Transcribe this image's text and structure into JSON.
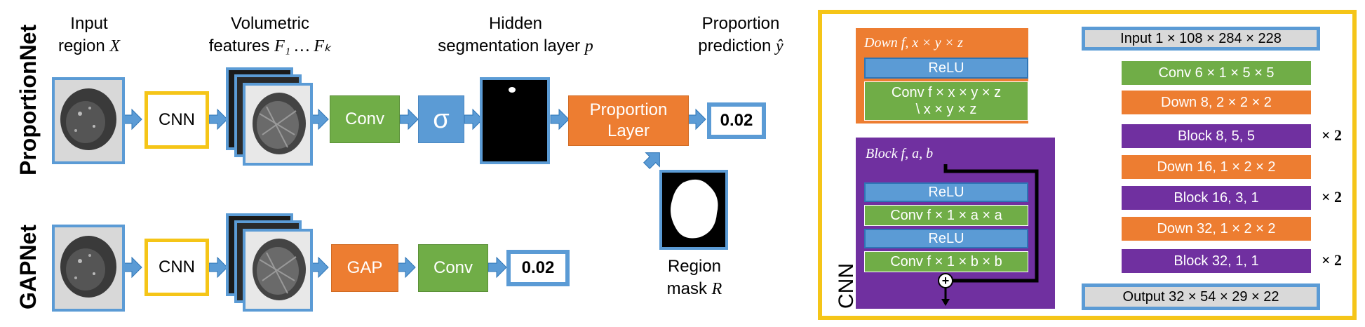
{
  "proportionnet": {
    "title": "ProportionNet",
    "col_input_l1": "Input",
    "col_input_l2": "region",
    "col_input_var": "X",
    "col_vol_l1": "Volumetric",
    "col_vol_l2": "features",
    "col_vol_var": "F₁ … Fₖ",
    "col_hidden_l1": "Hidden",
    "col_hidden_l2": "segmentation layer",
    "col_hidden_var": "p",
    "col_pred_l1": "Proportion",
    "col_pred_l2": "prediction",
    "col_pred_var": "ŷ",
    "cnn": "CNN",
    "conv": "Conv",
    "sigma": "σ",
    "prop_layer_l1": "Proportion",
    "prop_layer_l2": "Layer",
    "output": "0.02",
    "mask_l1": "Region",
    "mask_l2": "mask",
    "mask_var": "R"
  },
  "gapnet": {
    "title": "GAPNet",
    "cnn": "CNN",
    "gap": "GAP",
    "conv": "Conv",
    "output": "0.02"
  },
  "cnn_panel": {
    "side_label": "CNN",
    "down_def": "Down f, x × y × z",
    "down_relu": "ReLU",
    "down_conv_l1": "Conv f × x × y × z",
    "down_conv_l2": "\\ x × y × z",
    "block_def": "Block f, a, b",
    "block_relu1": "ReLU",
    "block_conv1": "Conv f × 1 × a × a",
    "block_relu2": "ReLU",
    "block_conv2": "Conv f × 1 × b × b",
    "plus": "+",
    "stack": [
      {
        "label": "Input 1 × 108 × 284 × 228",
        "kind": "grey"
      },
      {
        "label": "Conv 6 × 1 × 5 × 5",
        "kind": "green"
      },
      {
        "label": "Down 8, 2 × 2 × 2",
        "kind": "orange"
      },
      {
        "label": "Block 8, 5, 5",
        "kind": "purple",
        "repeat": "× 2"
      },
      {
        "label": "Down 16, 1 × 2 × 2",
        "kind": "orange"
      },
      {
        "label": "Block 16, 3, 1",
        "kind": "purple",
        "repeat": "× 2"
      },
      {
        "label": "Down 32, 1 × 2 × 2",
        "kind": "orange"
      },
      {
        "label": "Block 32, 1, 1",
        "kind": "purple",
        "repeat": "× 2"
      },
      {
        "label": "Output 32 × 54 × 29 × 22",
        "kind": "grey"
      }
    ]
  },
  "colors": {
    "blue": "#5b9bd5",
    "green": "#70ad47",
    "orange": "#ed7d31",
    "purple": "#7030a0",
    "yellow": "#f5c518",
    "grey": "#d9d9d9"
  }
}
